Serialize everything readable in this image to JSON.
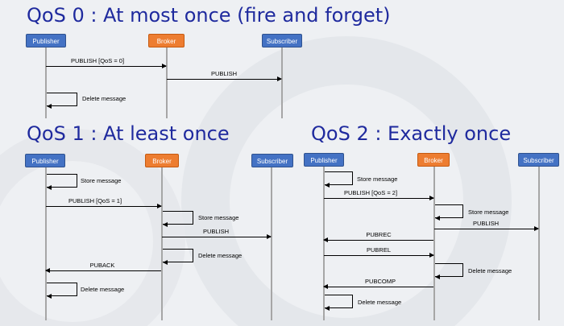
{
  "titles": {
    "qos0": "QoS 0 : At most once (fire and forget)",
    "qos1": "QoS 1 : At least once",
    "qos2": "QoS 2 : Exactly once"
  },
  "qos0": {
    "publisher": "Publisher",
    "broker": "Broker",
    "subscriber": "Subscriber",
    "messages": [
      "PUBLISH [QoS = 0]",
      "PUBLISH"
    ],
    "self_messages": [
      "Delete message"
    ]
  },
  "qos1": {
    "publisher": "Publisher",
    "broker": "Broker",
    "subscriber": "Subscriber",
    "messages": [
      "PUBLISH [QoS = 1]",
      "PUBLISH",
      "PUBACK"
    ],
    "self_messages": [
      "Store message",
      "Store message",
      "Delete message",
      "Delete message"
    ]
  },
  "qos2": {
    "publisher": "Publisher",
    "broker": "Broker",
    "subscriber": "Subscriber",
    "messages": [
      "PUBLISH [QoS = 2]",
      "PUBLISH",
      "PUBREC",
      "PUBREL",
      "PUBCOMP"
    ],
    "self_messages": [
      "Store message",
      "Store message",
      "Delete message",
      "Delete message"
    ]
  },
  "colors": {
    "title": "#1f2a9e",
    "client_box": "#4472c4",
    "broker_box": "#ed7d31",
    "lifeline": "#a6a6a6"
  }
}
